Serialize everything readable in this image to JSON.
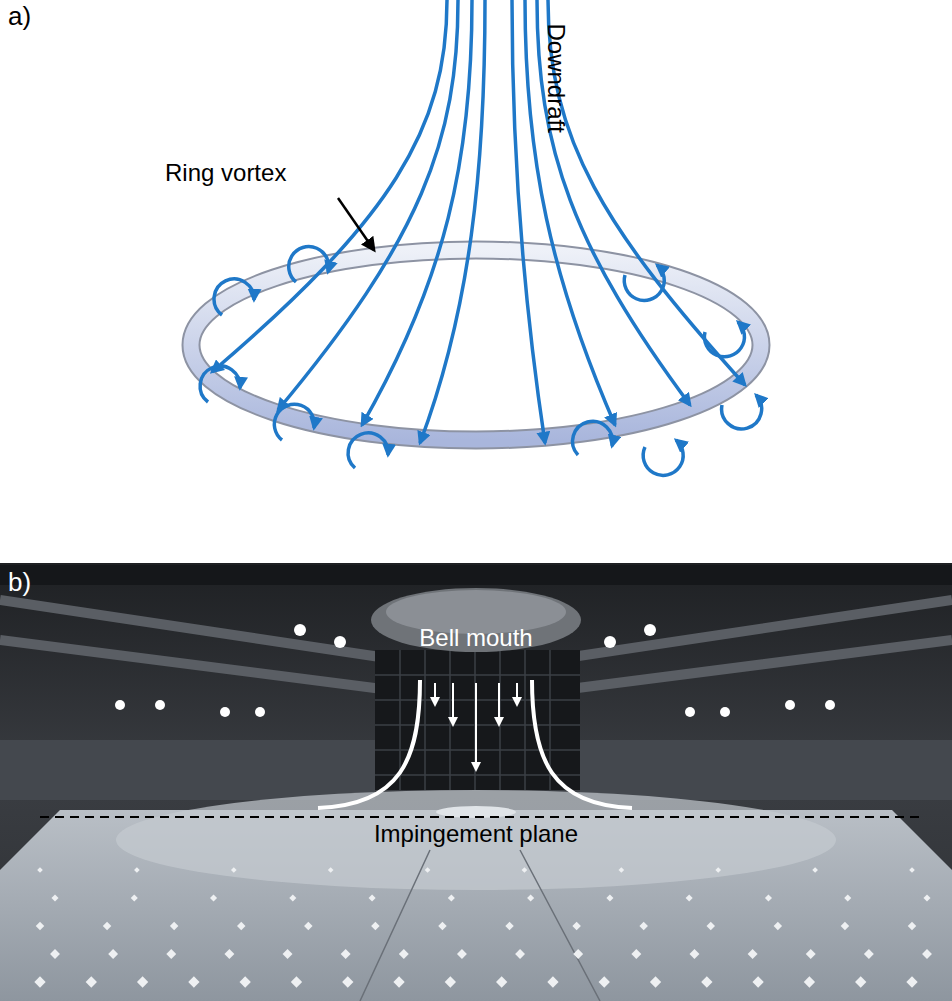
{
  "diagram": {
    "labels": [
      "a)",
      "Ring vortex",
      "Downdraft",
      "b)",
      "Bell mouth",
      "Impingement plane"
    ]
  }
}
